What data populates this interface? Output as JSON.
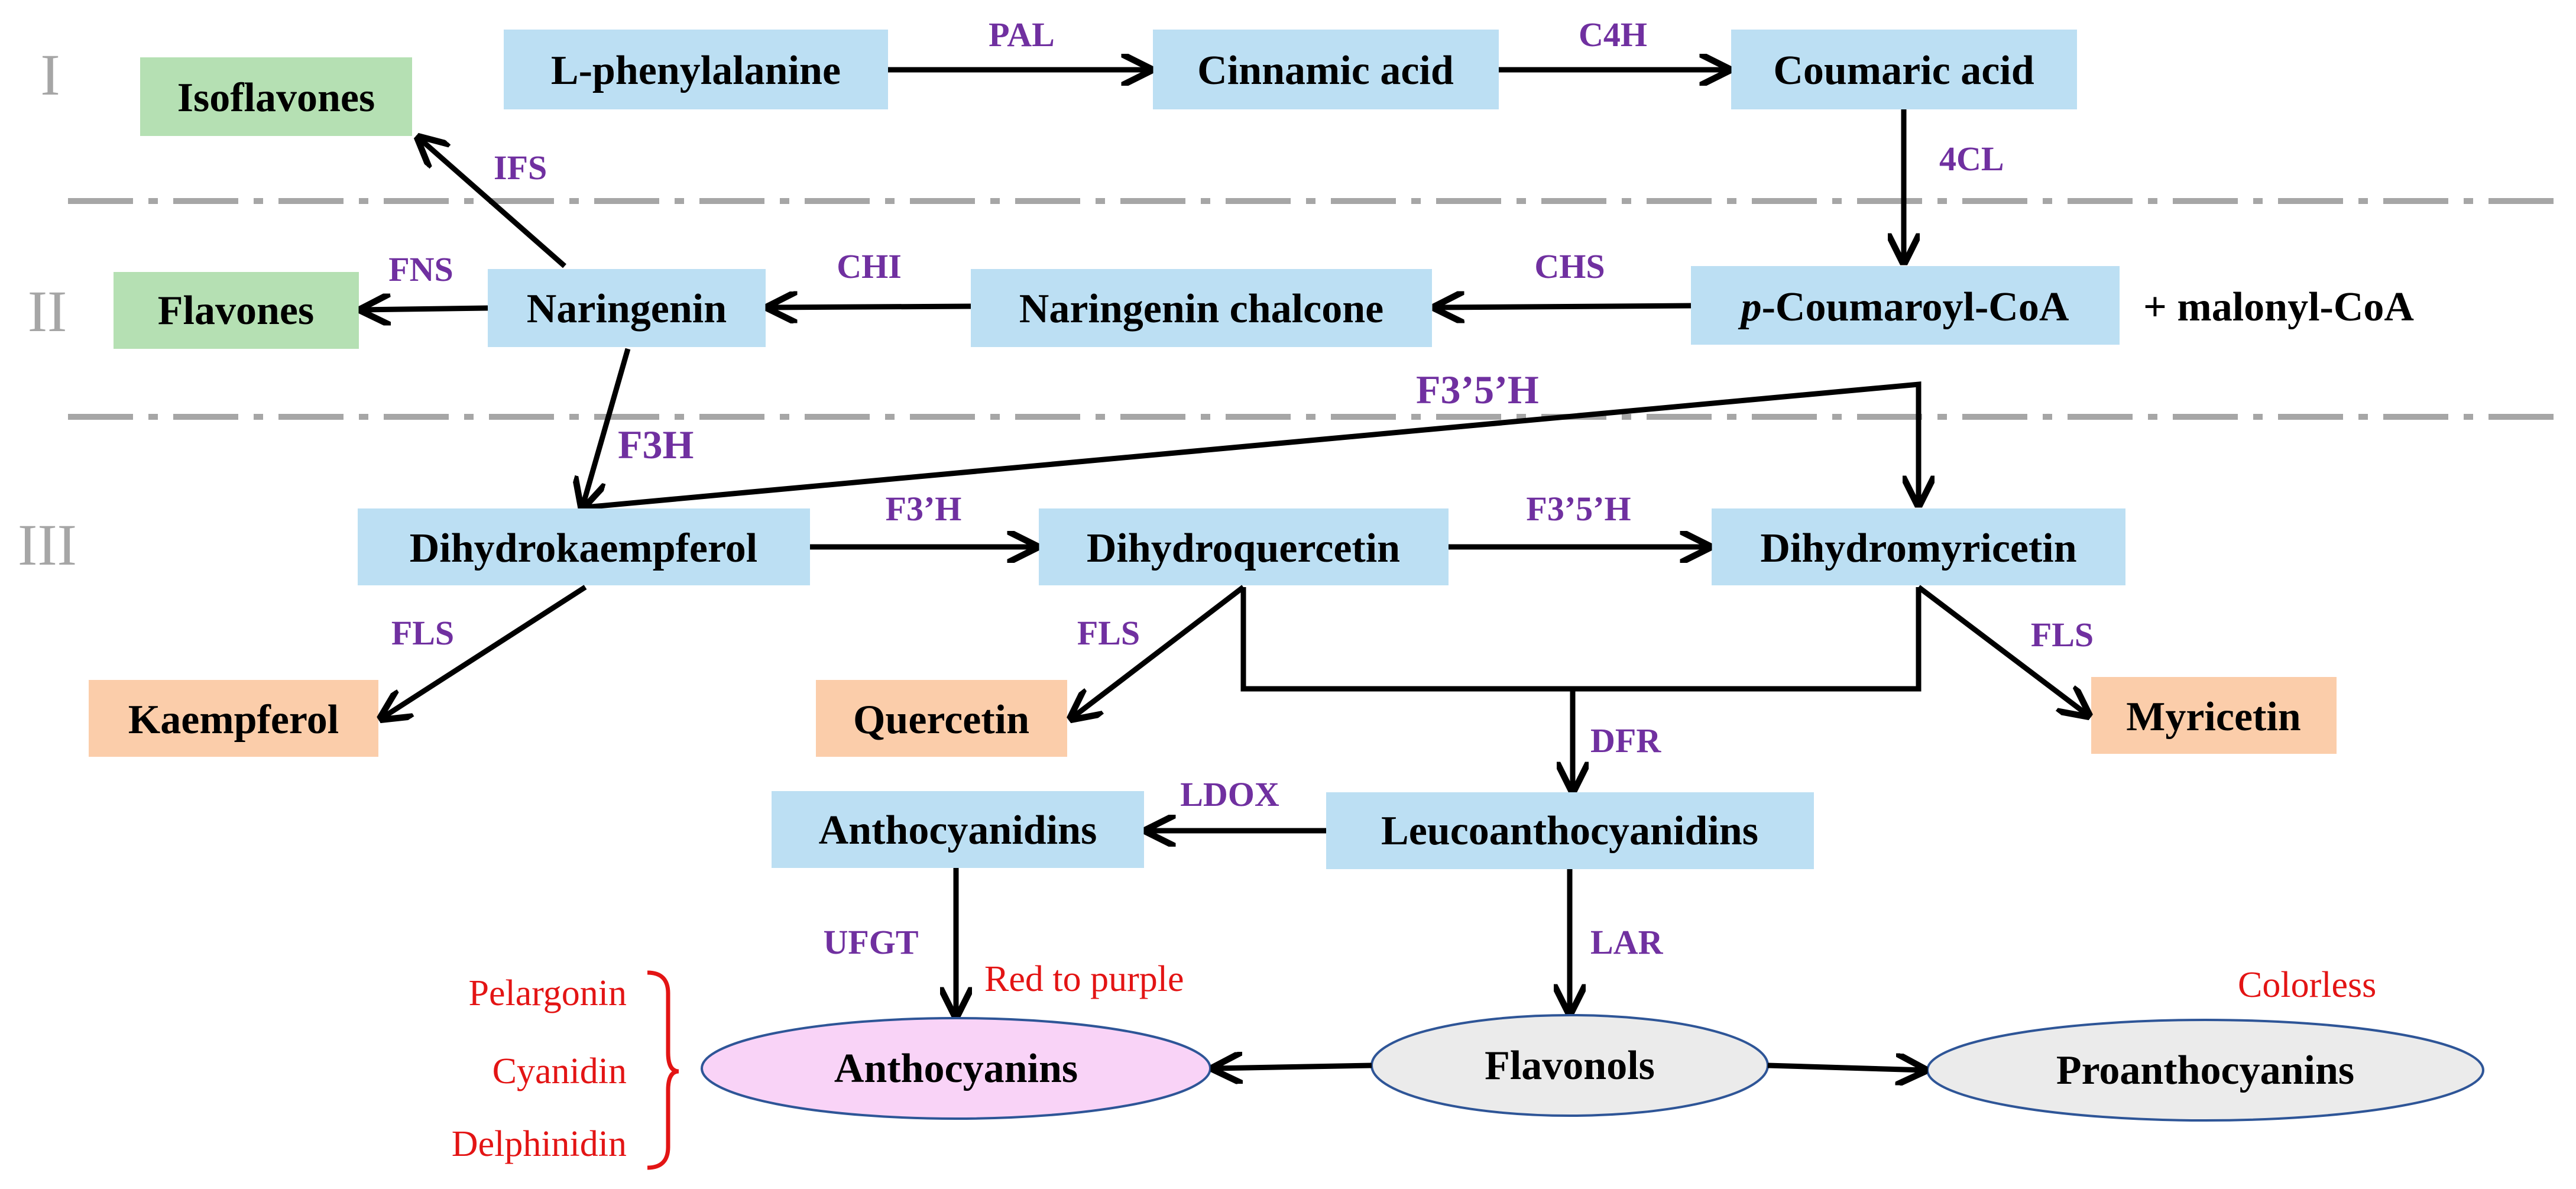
{
  "stages": {
    "i": "I",
    "ii": "II",
    "iii": "III"
  },
  "nodes": {
    "l_phenylalanine": "L-phenylalanine",
    "cinnamic_acid": "Cinnamic acid",
    "coumaric_acid": "Coumaric acid",
    "isoflavones": "Isoflavones",
    "flavones": "Flavones",
    "naringenin": "Naringenin",
    "naringenin_chalcone": "Naringenin chalcone",
    "p_coumaroyl_coa_prefix": "p",
    "p_coumaroyl_coa_rest": "-Coumaroyl-CoA",
    "malonyl_coa": "+ malonyl-CoA",
    "dihydrokaempferol": "Dihydrokaempferol",
    "dihydroquercetin": "Dihydroquercetin",
    "dihydromyricetin": "Dihydromyricetin",
    "kaempferol": "Kaempferol",
    "quercetin": "Quercetin",
    "myricetin": "Myricetin",
    "anthocyanidins": "Anthocyanidins",
    "leucoanthocyanidins": "Leucoanthocyanidins",
    "anthocyanins": "Anthocyanins",
    "flavonols": "Flavonols",
    "proanthocyanins": "Proanthocyanins"
  },
  "enzymes": {
    "pal": "PAL",
    "c4h": "C4H",
    "four_cl": "4CL",
    "ifs": "IFS",
    "fns": "FNS",
    "chi": "CHI",
    "chs": "CHS",
    "f3h": "F3H",
    "f35h_top": "F3’5’H",
    "f3h_prime": "F3’H",
    "f35h_mid": "F3’5’H",
    "fls_kaempferol": "FLS",
    "fls_quercetin": "FLS",
    "fls_myricetin": "FLS",
    "dfr": "DFR",
    "ldox": "LDOX",
    "ufgt": "UFGT",
    "lar": "LAR"
  },
  "notes": {
    "red_to_purple": "Red to purple",
    "colorless": "Colorless",
    "pelargonin": "Pelargonin",
    "cyanidin": "Cyanidin",
    "delphinidin": "Delphinidin"
  },
  "colors": {
    "blue_box": "#bcdff3",
    "green_box": "#b5e0b3",
    "orange_box": "#fbcdaa",
    "pink_ellipse": "#f9d3f7",
    "gray_ellipse": "#ebebeb",
    "ellipse_stroke": "#2e5597",
    "enzyme_text": "#7030a0",
    "red_text": "#e31414",
    "stage_text": "#a6a6a6"
  }
}
